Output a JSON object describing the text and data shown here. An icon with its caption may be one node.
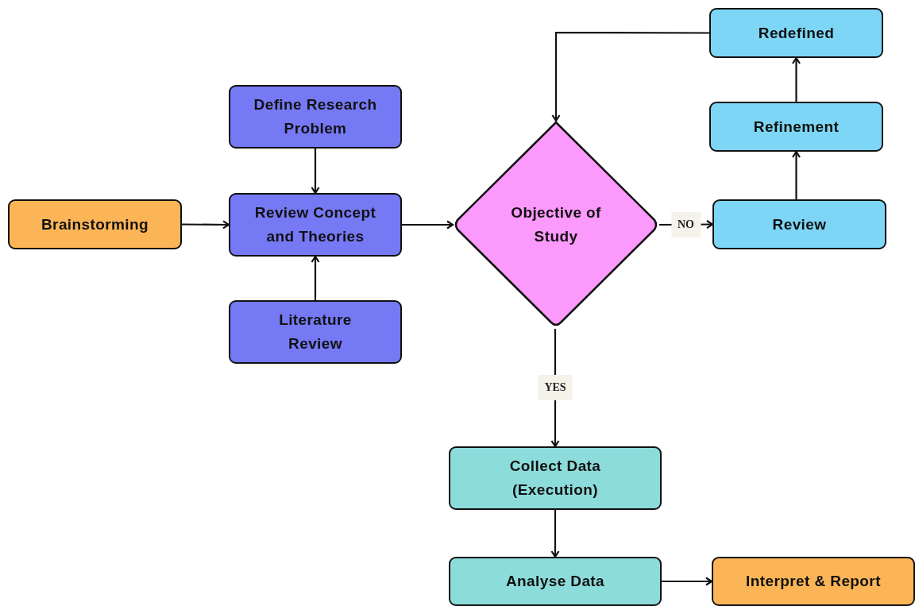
{
  "diagram": {
    "nodes": [
      {
        "text": [
          "Define Research Problem"
        ]
      },
      {
        "text": [
          "Brainstorming"
        ]
      },
      {
        "text": [
          "Review Concept and Theories"
        ]
      },
      {
        "text": [
          "Literature Review"
        ]
      },
      {
        "text": [
          "Objective of Study"
        ]
      },
      {
        "text": [
          "Redefined"
        ]
      },
      {
        "text": [
          "Refinement"
        ]
      },
      {
        "text": [
          "Review"
        ]
      },
      {
        "text": [
          "Collect Data (Execution)"
        ]
      },
      {
        "text": [
          "Analyse Data"
        ]
      },
      {
        "text": [
          "Interpret & Report"
        ]
      }
    ],
    "edges": [
      {
        "from": 0,
        "to": 2,
        "arrow": "to"
      },
      {
        "from": 1,
        "to": 2,
        "arrow": "to"
      },
      {
        "from": 3,
        "to": 2,
        "arrow": "to"
      },
      {
        "from": 2,
        "to": 4,
        "arrow": "to"
      },
      {
        "from": 4,
        "to": 7,
        "arrow": "to",
        "label": "NO"
      },
      {
        "from": 7,
        "to": 6,
        "arrow": "to"
      },
      {
        "from": 6,
        "to": 5,
        "arrow": "to"
      },
      {
        "from": 5,
        "to": 4,
        "arrow": "to"
      },
      {
        "from": 4,
        "to": 8,
        "arrow": "to",
        "label": "YES"
      },
      {
        "from": 8,
        "to": 9,
        "arrow": "to"
      },
      {
        "from": 9,
        "to": 10,
        "arrow": "to"
      }
    ]
  }
}
